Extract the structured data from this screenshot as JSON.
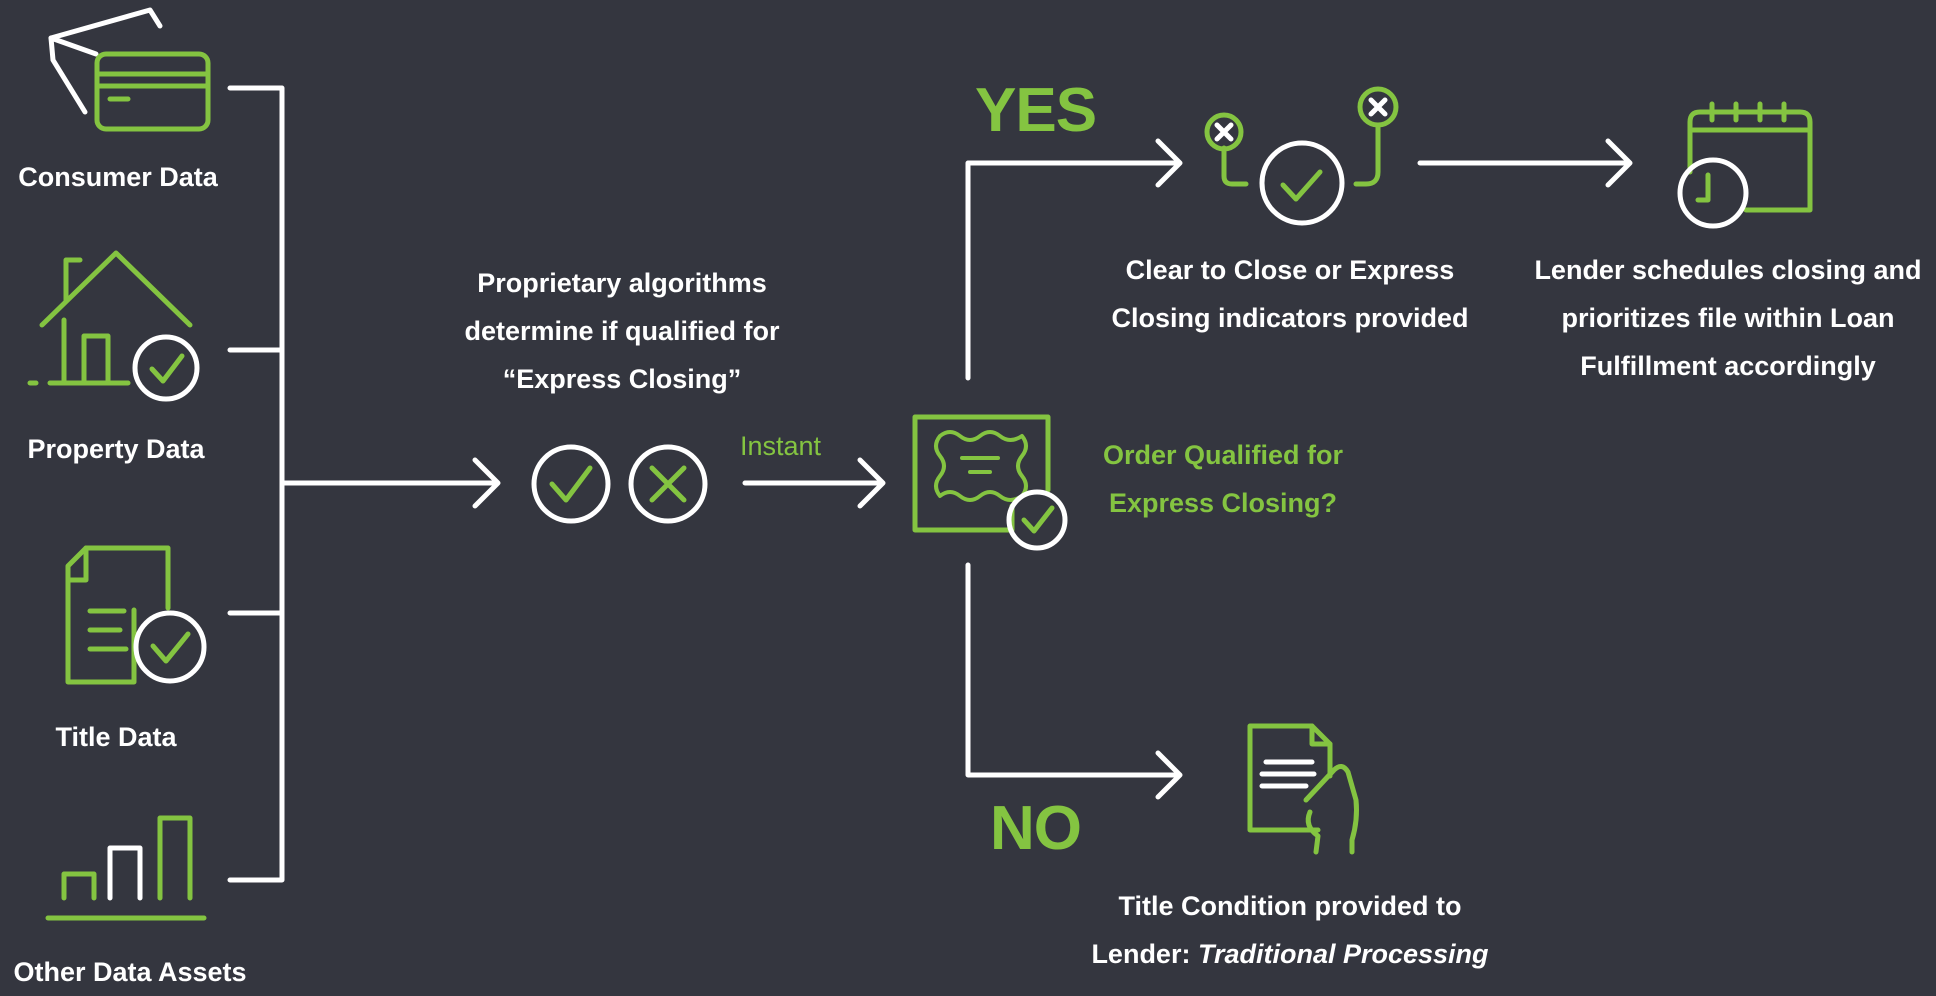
{
  "colors": {
    "background": "#34363f",
    "accent": "#84c441",
    "line": "#ffffff"
  },
  "sources": {
    "consumer": "Consumer Data",
    "property": "Property Data",
    "title": "Title Data",
    "other": "Other Data Assets"
  },
  "algorithm": {
    "line1": "Proprietary algorithms",
    "line2": "determine if qualified for",
    "line3": "“Express Closing”"
  },
  "instant_label": "Instant",
  "decision": {
    "line1": "Order Qualified for",
    "line2": "Express Closing?"
  },
  "yes_label": "YES",
  "no_label": "NO",
  "clear_to_close": {
    "line1": "Clear to Close or Express",
    "line2": "Closing indicators provided"
  },
  "lender_schedules": {
    "line1": "Lender schedules closing and",
    "line2": "prioritizes file within Loan",
    "line3": "Fulfillment accordingly"
  },
  "title_condition": {
    "line1": "Title Condition provided to",
    "line2_prefix": "Lender: ",
    "line2_italic": "Traditional Processing"
  },
  "icons": [
    "credit-card-icon",
    "house-check-icon",
    "document-check-icon",
    "bar-chart-icon",
    "check-circle-icon",
    "x-circle-icon",
    "certificate-check-icon",
    "checkpoint-icon",
    "calendar-clock-icon",
    "document-hand-icon"
  ]
}
